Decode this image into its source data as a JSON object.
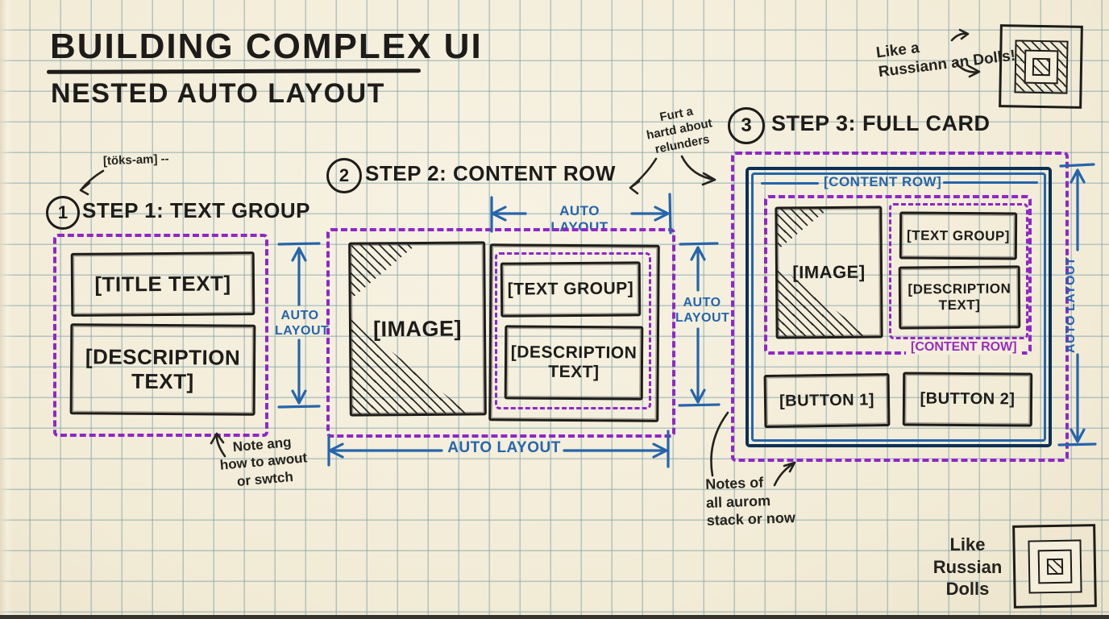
{
  "page": {
    "title": "BUILDING COMPLEX UI",
    "subtitle": "NESTED AUTO LAYOUT"
  },
  "labels": {
    "auto_layout": "AUTO LAYOUT",
    "auto_layout_stacked": "AUTO\nLAYOUT",
    "content_row": "[CONTENT ROW]"
  },
  "steps": {
    "step1": {
      "number": "1",
      "heading": "STEP 1: TEXT GROUP",
      "title_text": "[TITLE TEXT]",
      "description_text": "[DESCRIPTION TEXT]"
    },
    "step2": {
      "number": "2",
      "heading": "STEP 2: CONTENT ROW",
      "image": "[IMAGE]",
      "text_group": "[TEXT GROUP]",
      "description_text": "[DESCRIPTION TEXT]"
    },
    "step3": {
      "number": "3",
      "heading": "STEP 3: FULL CARD",
      "content_row_top": "[CONTENT ROW]",
      "content_row_bottom": "[CONTENT ROW]",
      "image": "[IMAGE]",
      "text_group": "[TEXT GROUP]",
      "description_text": "[DESCRIPTION TEXT]",
      "button1": "[BUTTON 1]",
      "button2": "[BUTTON 2]"
    }
  },
  "annotations": {
    "russian_dolls_top": "Like a\nRussiann an Dolls!",
    "russian_dolls_bottom": "Like\nRussian\nDolls",
    "scribble_step1": "[töks-am] --",
    "note_step1": "Note ang\nhow to awout\nor swtch",
    "note_renders": "Furt a\nhartd about\nrelunders",
    "note_stack": "Notes of\nall aurom\nstack or now"
  },
  "colors": {
    "paper": "#f4eedb",
    "grid": "#b7cdd2",
    "ink": "#1d1c1a",
    "purple": "#8f27c8",
    "blue": "#2565ab",
    "blue_dark": "#0c2f55"
  }
}
